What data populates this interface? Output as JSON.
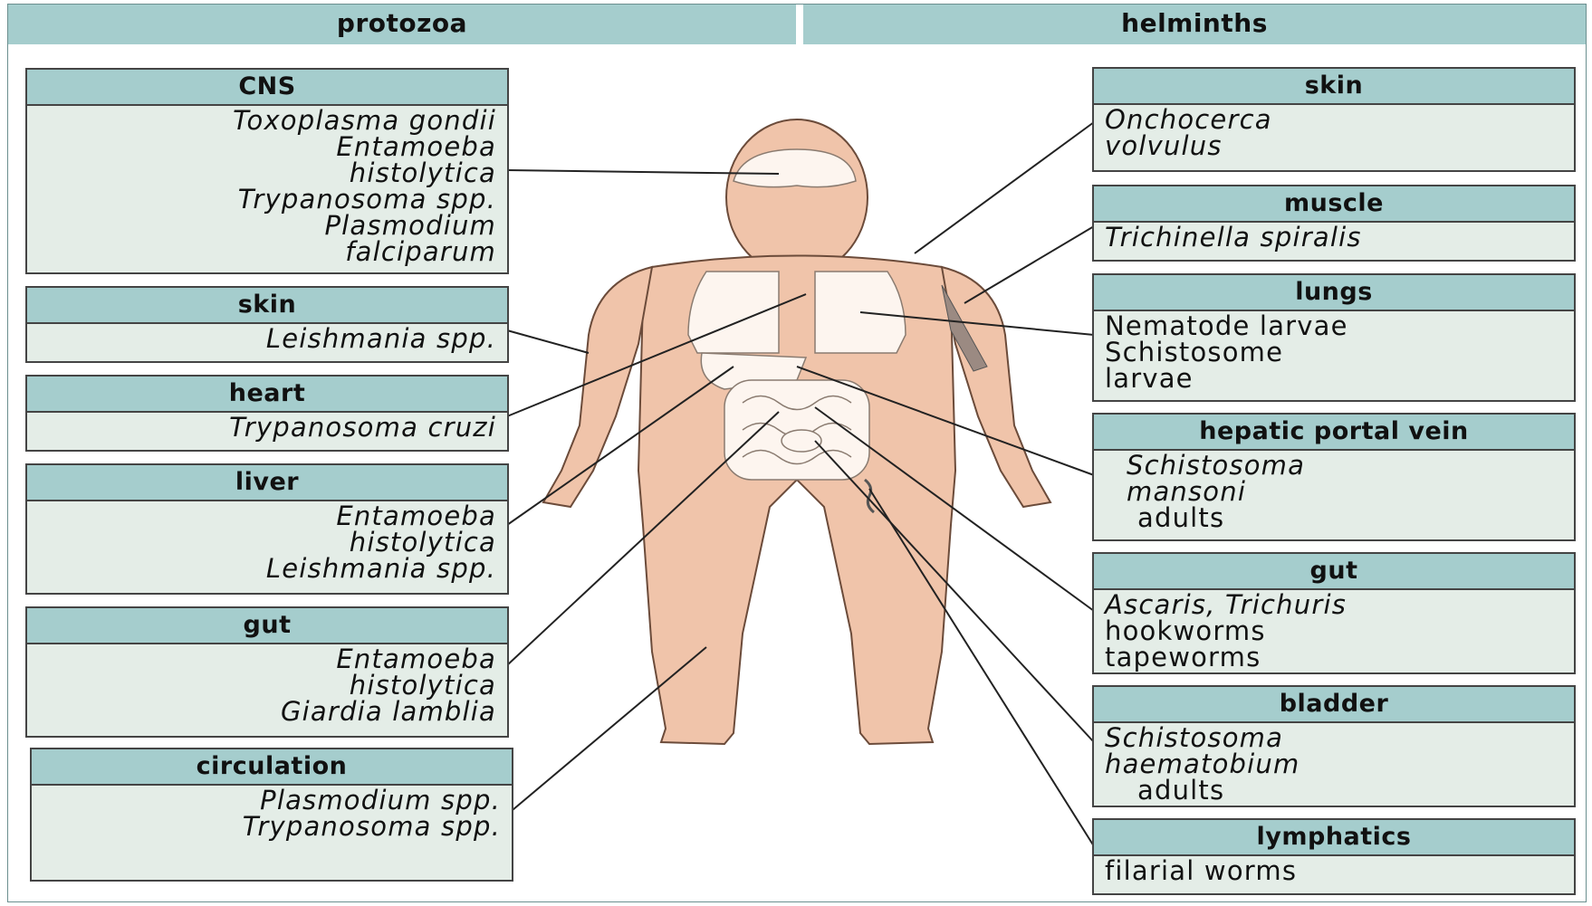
{
  "headers": {
    "left": "protozoa",
    "right": "helminths"
  },
  "protozoa": [
    {
      "title": "CNS",
      "lines": [
        {
          "text": "Toxoplasma gondii",
          "italic": true
        },
        {
          "text": "Entamoeba",
          "italic": true
        },
        {
          "text": "histolytica",
          "italic": true
        },
        {
          "text": "Trypanosoma spp.",
          "italic": true
        },
        {
          "text": "Plasmodium",
          "italic": true
        },
        {
          "text": "falciparum",
          "italic": true
        }
      ]
    },
    {
      "title": "skin",
      "lines": [
        {
          "text": "Leishmania spp.",
          "italic": true
        }
      ]
    },
    {
      "title": "heart",
      "lines": [
        {
          "text": "Trypanosoma cruzi",
          "italic": true
        }
      ]
    },
    {
      "title": "liver",
      "lines": [
        {
          "text": "Entamoeba",
          "italic": true
        },
        {
          "text": "histolytica",
          "italic": true
        },
        {
          "text": "Leishmania spp.",
          "italic": true
        }
      ]
    },
    {
      "title": "gut",
      "lines": [
        {
          "text": "Entamoeba",
          "italic": true
        },
        {
          "text": "histolytica",
          "italic": true
        },
        {
          "text": "Giardia lamblia",
          "italic": true
        }
      ]
    },
    {
      "title": "circulation",
      "lines": [
        {
          "text": "Plasmodium spp.",
          "italic": true
        },
        {
          "text": "Trypanosoma spp.",
          "italic": true
        }
      ]
    }
  ],
  "helminths": [
    {
      "title": "skin",
      "lines": [
        {
          "text": "Onchocerca",
          "italic": true
        },
        {
          "text": "volvulus",
          "italic": true
        }
      ]
    },
    {
      "title": "muscle",
      "lines": [
        {
          "text": "Trichinella spiralis",
          "italic": true
        }
      ]
    },
    {
      "title": "lungs",
      "lines": [
        {
          "text": "Nematode larvae",
          "italic": false
        },
        {
          "text": "Schistosome",
          "italic": false
        },
        {
          "text": "larvae",
          "italic": false
        }
      ]
    },
    {
      "title": "hepatic portal vein",
      "lines": [
        {
          "text": "Schistosoma",
          "italic": true
        },
        {
          "text": "mansoni",
          "italic": true
        },
        {
          "text": "adults",
          "italic": false
        }
      ]
    },
    {
      "title": "gut",
      "lines": [
        {
          "text": "Ascaris, Trichuris",
          "italic": true
        },
        {
          "text": "hookworms",
          "italic": false
        },
        {
          "text": "tapeworms",
          "italic": false
        }
      ]
    },
    {
      "title": "bladder",
      "lines": [
        {
          "text": "Schistosoma",
          "italic": true
        },
        {
          "text": "haematobium",
          "italic": true
        },
        {
          "text": "adults",
          "italic": false
        }
      ]
    },
    {
      "title": "lymphatics",
      "lines": [
        {
          "text": "filarial worms",
          "italic": false
        }
      ]
    }
  ],
  "colors": {
    "header": "#a5cdcd",
    "box": "#e4ede7",
    "body": "#f0c4aa",
    "line": "#222222"
  }
}
